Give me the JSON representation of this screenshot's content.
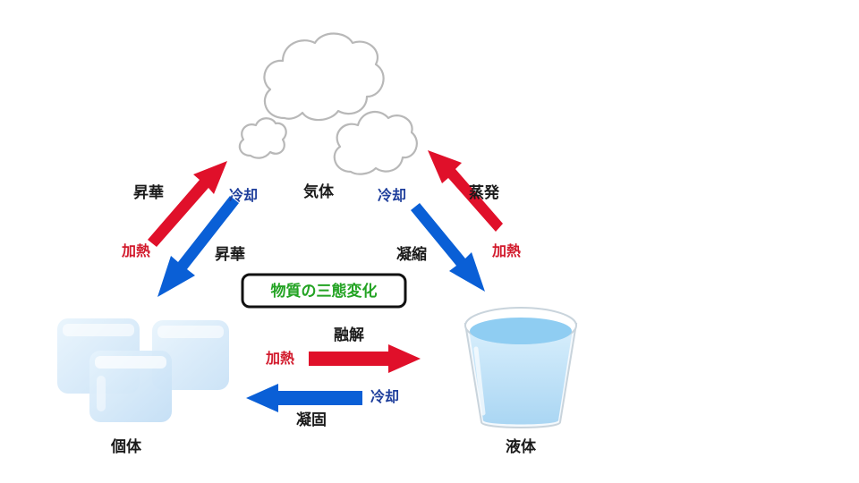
{
  "states": {
    "gas": "気体",
    "solid": "個体",
    "liquid": "液体"
  },
  "title": "物質の三態変化",
  "transitions": {
    "solid_to_gas": {
      "process": "昇華",
      "condition": "加熱"
    },
    "gas_to_solid": {
      "process": "昇華",
      "condition": "冷却"
    },
    "liquid_to_gas": {
      "process": "蒸発",
      "condition": "加熱"
    },
    "gas_to_liquid": {
      "process": "凝縮",
      "condition": "冷却"
    },
    "solid_to_liquid": {
      "process": "融解",
      "condition": "加熱"
    },
    "liquid_to_solid": {
      "process": "凝固",
      "condition": "冷却"
    }
  },
  "colors": {
    "heating_arrow": "#e0102a",
    "cooling_arrow": "#0a5fd6",
    "heating_text": "#d21a2c",
    "cooling_text": "#1f3f9c",
    "title_text": "#23a323"
  },
  "icons": {
    "gas": "cloud-icon",
    "solid": "ice-cubes-icon",
    "liquid": "water-glass-icon"
  }
}
